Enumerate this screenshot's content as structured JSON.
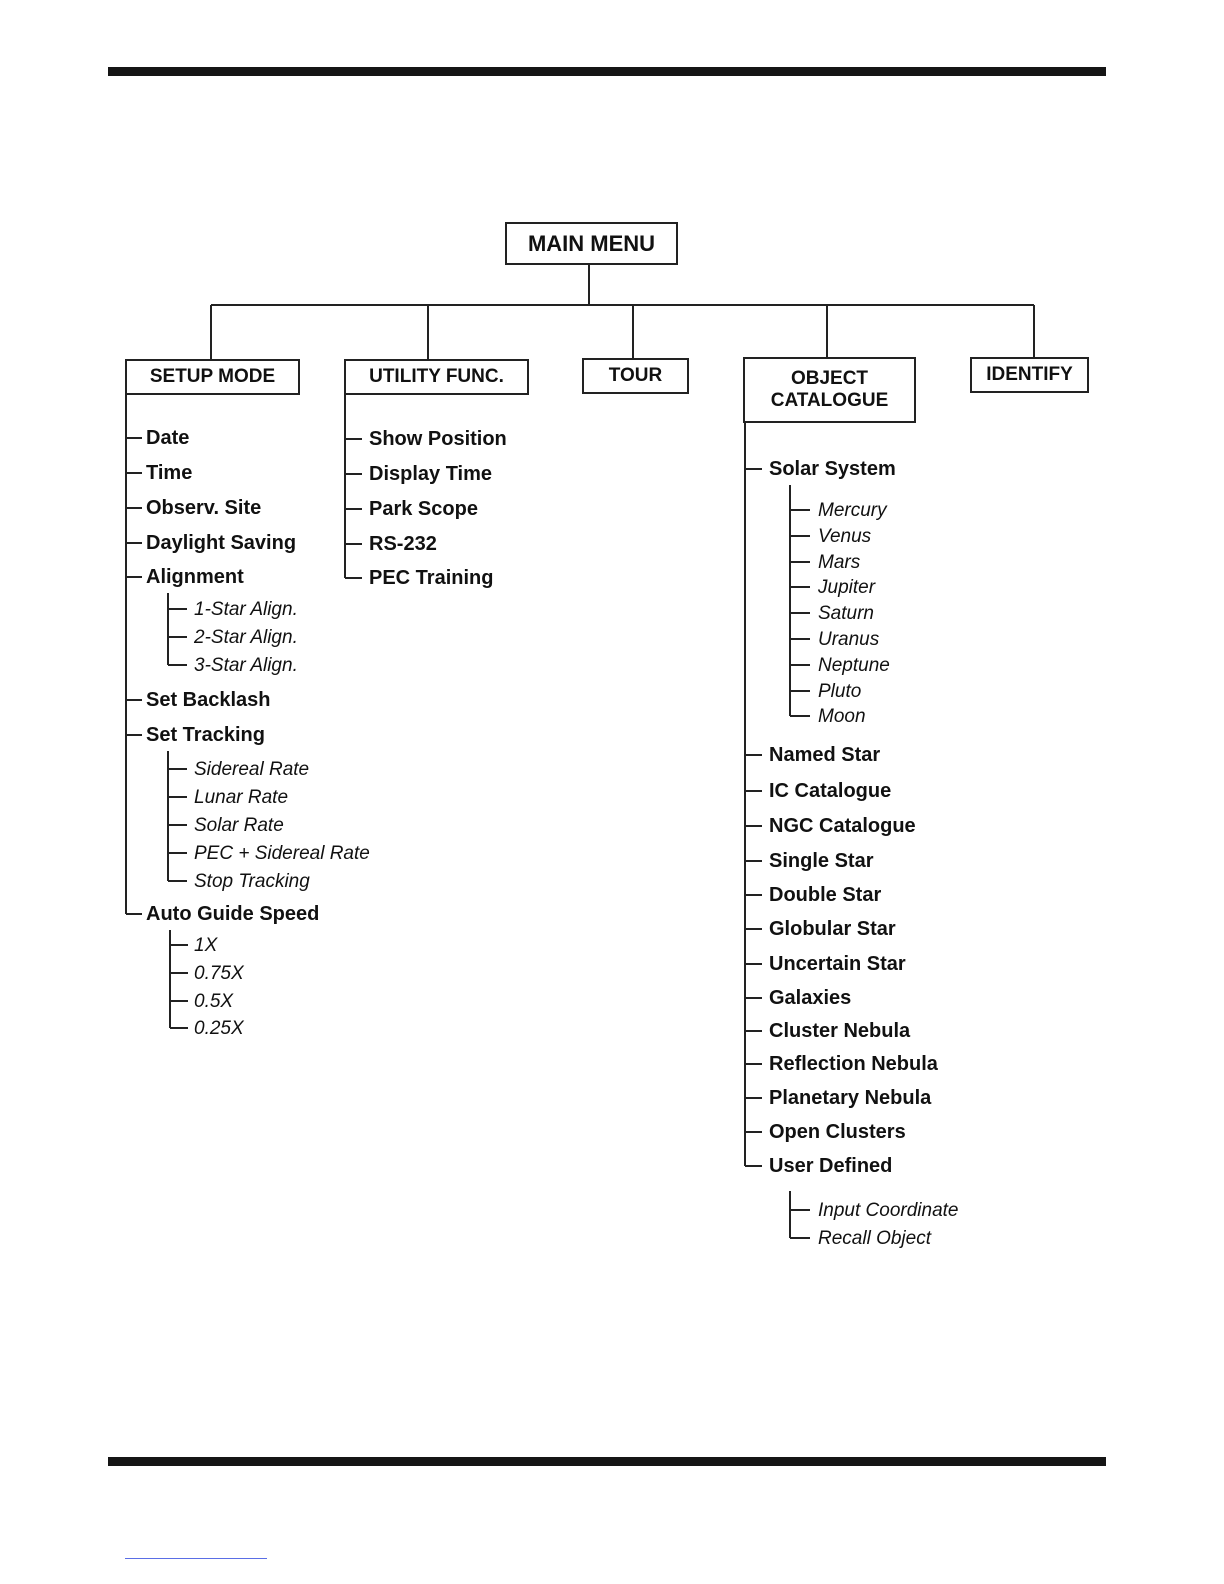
{
  "main_menu": "MAIN MENU",
  "setup": {
    "title": "SETUP MODE",
    "items": [
      "Date",
      "Time",
      "Observ. Site",
      "Daylight Saving",
      "Alignment",
      "Set Backlash",
      "Set Tracking",
      "Auto Guide Speed"
    ],
    "alignment_sub": [
      "1-Star Align.",
      "2-Star Align.",
      "3-Star Align."
    ],
    "tracking_sub": [
      "Sidereal Rate",
      "Lunar Rate",
      "Solar Rate",
      "PEC + Sidereal Rate",
      "Stop Tracking"
    ],
    "guide_sub": [
      "1X",
      "0.75X",
      "0.5X",
      "0.25X"
    ]
  },
  "utility": {
    "title": "UTILITY FUNC.",
    "items": [
      "Show Position",
      "Display Time",
      "Park Scope",
      "RS-232",
      "PEC Training"
    ]
  },
  "tour": {
    "title": "TOUR"
  },
  "catalogue": {
    "title_line1": "OBJECT",
    "title_line2": "CATALOGUE",
    "items": [
      "Solar System",
      "Named Star",
      "IC Catalogue",
      "NGC Catalogue",
      "Single Star",
      "Double Star",
      "Globular Star",
      "Uncertain Star",
      "Galaxies",
      "Cluster Nebula",
      "Reflection Nebula",
      "Planetary Nebula",
      "Open Clusters",
      "User Defined"
    ],
    "solar_sub": [
      "Mercury",
      "Venus",
      "Mars",
      "Jupiter",
      "Saturn",
      "Uranus",
      "Neptune",
      "Pluto",
      "Moon"
    ],
    "user_sub": [
      "Input Coordinate",
      "Recall Object"
    ]
  },
  "identify": {
    "title": "IDENTIFY"
  }
}
